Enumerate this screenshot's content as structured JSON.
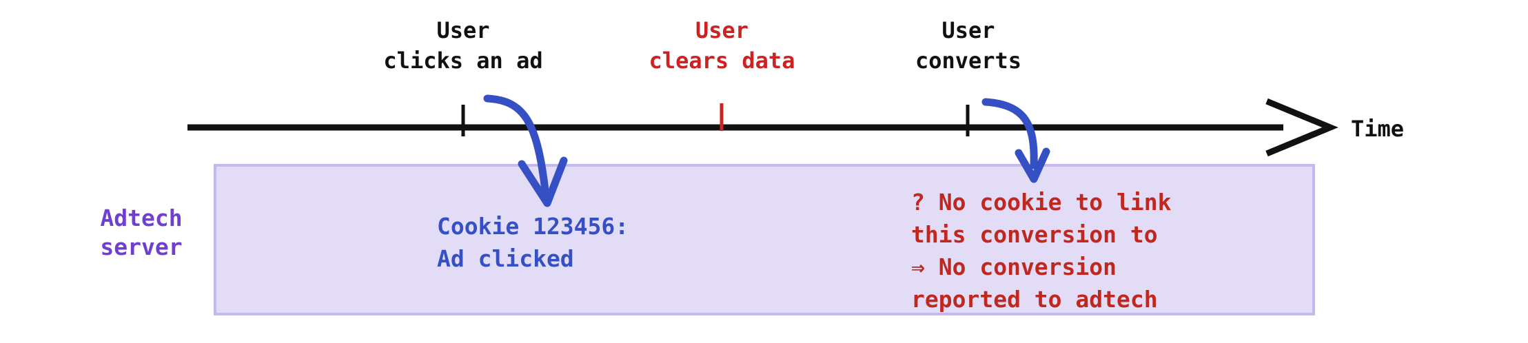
{
  "diagram": {
    "title": "Ad click to conversion timeline with cookie clearing",
    "colors": {
      "timeline": "#111111",
      "event_black": "#111111",
      "event_red": "#cc2222",
      "arrow_blue": "#3550c4",
      "cookie_text": "#3550c4",
      "failure_text": "#c0281f",
      "box_fill": "#e2dcf7",
      "box_border": "#c4b8f0",
      "server_label": "#6f3fd4"
    }
  },
  "timeline": {
    "axis_caption": "Time",
    "events": [
      {
        "id": "click",
        "label": "User\nclicks an ad",
        "color": "black",
        "tick": "black"
      },
      {
        "id": "clear",
        "label": "User\nclears data",
        "color": "red",
        "tick": "red"
      },
      {
        "id": "convert",
        "label": "User\nconverts",
        "color": "black",
        "tick": "black"
      }
    ]
  },
  "server": {
    "label": "Adtech\nserver",
    "entries": [
      {
        "id": "cookie-logged",
        "text": "Cookie 123456:\nAd clicked",
        "color": "blue"
      },
      {
        "id": "conversion-lost",
        "text": "? No cookie to link\nthis conversion to\n⇒ No conversion\nreported to adtech",
        "color": "red"
      }
    ]
  },
  "arrows": [
    {
      "id": "click-to-cookie",
      "from": "click-event",
      "to": "cookie-log-entry"
    },
    {
      "id": "convert-to-failure",
      "from": "convert-event",
      "to": "conversion-lost-entry"
    }
  ]
}
